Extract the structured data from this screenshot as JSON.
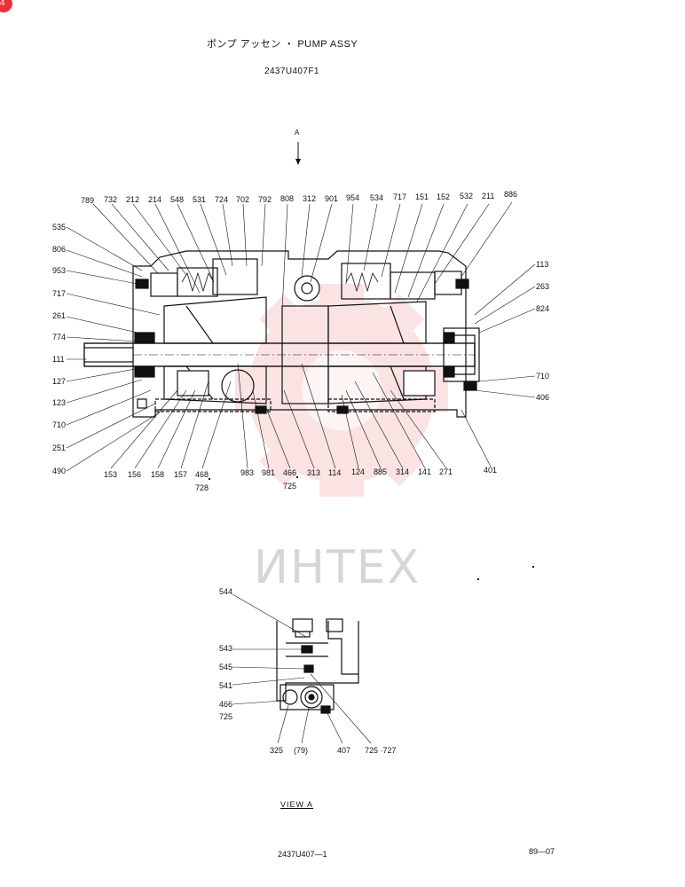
{
  "corner_badge": "4",
  "header": {
    "title": "ポンプ アッセン ・ PUMP ASSY",
    "code": "2437U407F1"
  },
  "view_arrow_label": "A",
  "watermark": {
    "text": "ИНТЕХ",
    "color": "#e8323a"
  },
  "main_top_labels": [
    "789",
    "732",
    "212",
    "214",
    "548",
    "531",
    "724",
    "702",
    "792",
    "808",
    "312",
    "901",
    "954",
    "534",
    "717",
    "151",
    "152",
    "532",
    "211",
    "886"
  ],
  "main_left_labels": [
    "535",
    "806",
    "953",
    "717",
    "261",
    "774",
    "111",
    "127",
    "123",
    "710",
    "251",
    "490"
  ],
  "main_right_labels": [
    "113",
    "263",
    "824",
    "710",
    "406"
  ],
  "main_bottom_labels": [
    "153",
    "156",
    "158",
    "157",
    "468",
    "728",
    "983",
    "981",
    "466",
    "725",
    "313",
    "114",
    "124",
    "885",
    "314",
    "141",
    "271",
    "401"
  ],
  "view_a": {
    "left_labels": [
      "544",
      "543",
      "545",
      "541",
      "466",
      "725"
    ],
    "bottom_labels": [
      "325",
      "(79)",
      "407",
      "725 ·727"
    ],
    "caption": "VIEW   A"
  },
  "footer": {
    "drawing_no": "2437U407—1",
    "date": "89—07"
  }
}
